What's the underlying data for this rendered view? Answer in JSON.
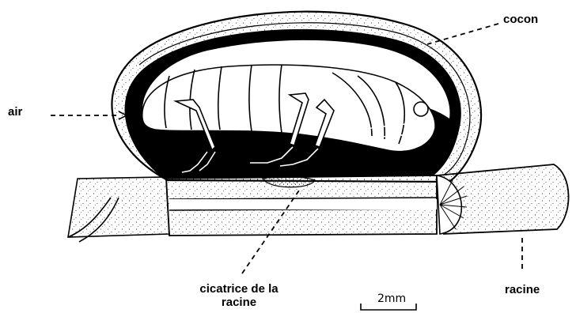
{
  "labels": {
    "cocoon": "cocon",
    "air": "air",
    "root": "racine",
    "root_scar_line1": "cicatrice de la",
    "root_scar_line2": "racine",
    "scale_bar": "2mm"
  },
  "colors": {
    "ink": "#000000",
    "paper": "#ffffff"
  }
}
